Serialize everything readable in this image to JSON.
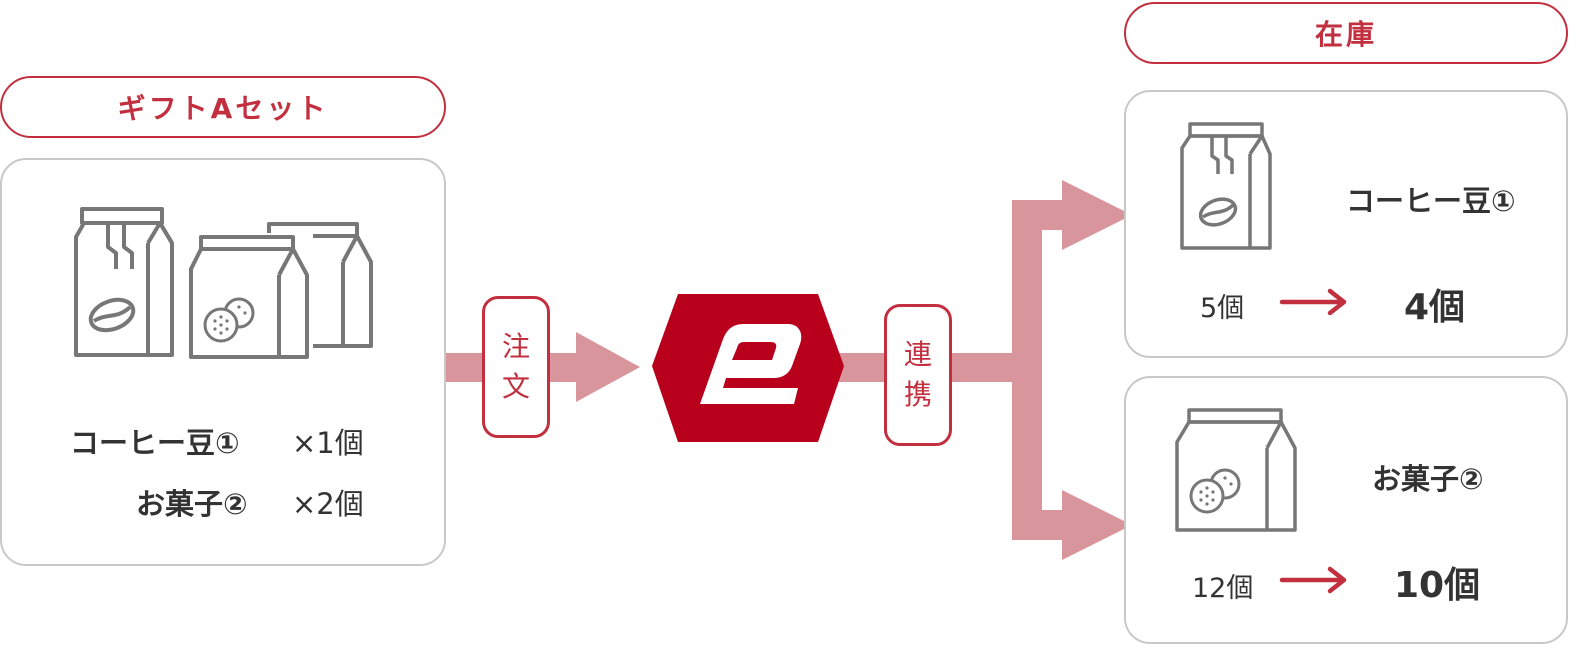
{
  "set": {
    "title": "ギフトAセット",
    "items": [
      {
        "name": "コーヒー豆①",
        "qty": "×1個"
      },
      {
        "name": "お菓子②",
        "qty": "×2個"
      }
    ]
  },
  "flow": {
    "order_label": [
      "注",
      "文"
    ],
    "link_label": [
      "連",
      "携"
    ]
  },
  "stock": {
    "title": "在庫",
    "items": [
      {
        "name": "コーヒー豆①",
        "before": "5個",
        "after": "4個"
      },
      {
        "name": "お菓子②",
        "before": "12個",
        "after": "10個"
      }
    ]
  },
  "colors": {
    "accent": "#c2303f",
    "logo": "#b8001c",
    "arrow": "#d9959c",
    "outline": "#777777"
  }
}
